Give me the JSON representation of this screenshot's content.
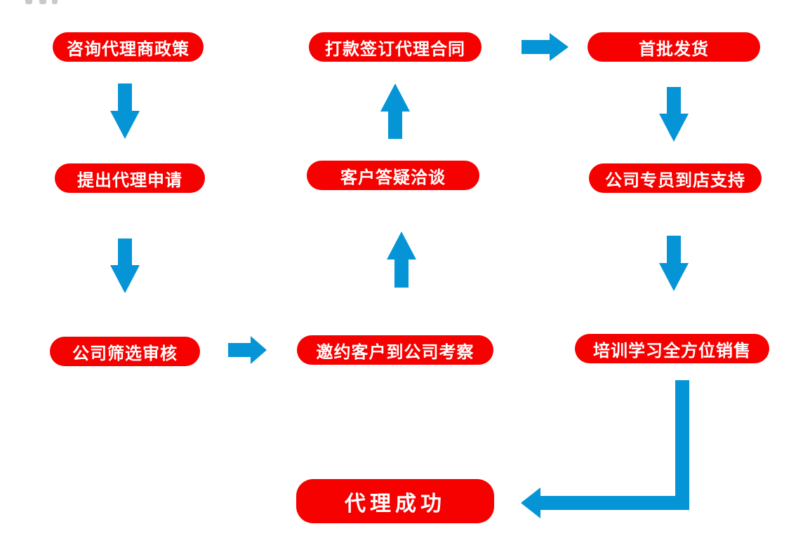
{
  "colors": {
    "step_fill": "#f70000",
    "step_text": "#ffffff",
    "arrow": "#0595d6",
    "background": "#ffffff"
  },
  "steps": {
    "consult": "咨询代理商政策",
    "apply": "提出代理申请",
    "screen": "公司筛选审核",
    "invite": "邀约客户到公司考察",
    "qa": "客户答疑洽谈",
    "contract": "打款签订代理合同",
    "ship": "首批发货",
    "store_support": "公司专员到店支持",
    "training": "培训学习全方位销售",
    "success": "代理成功"
  },
  "arrow_icon": "arrow-icon"
}
